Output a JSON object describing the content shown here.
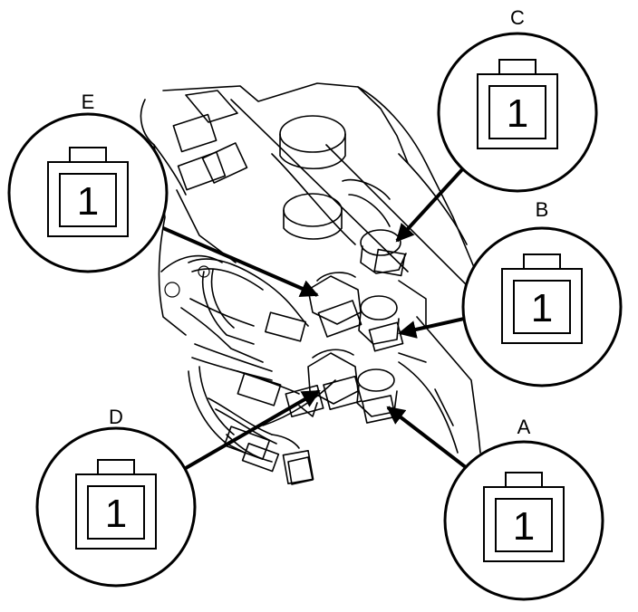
{
  "callouts": [
    {
      "id": "A",
      "label": "A",
      "pin": "1"
    },
    {
      "id": "B",
      "label": "B",
      "pin": "1"
    },
    {
      "id": "C",
      "label": "C",
      "pin": "1"
    },
    {
      "id": "D",
      "label": "D",
      "pin": "1"
    },
    {
      "id": "E",
      "label": "E",
      "pin": "1"
    }
  ]
}
